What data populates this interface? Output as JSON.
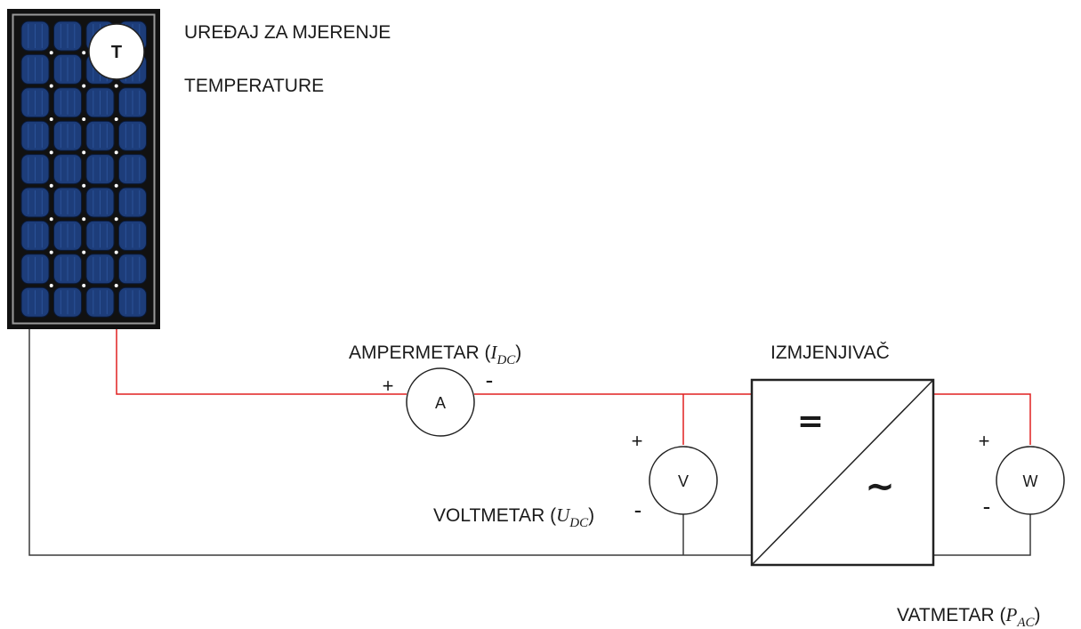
{
  "labels": {
    "temp_device_line1": "UREĐAJ ZA MJERENJE",
    "temp_device_line2": "TEMPERATURE",
    "ammeter": {
      "prefix": "AMPERMETAR (",
      "var": "I",
      "sub": "DC",
      "suffix": ")"
    },
    "voltmeter": {
      "prefix": "VOLTMETAR (",
      "var": "U",
      "sub": "DC",
      "suffix": ")"
    },
    "wattmeter": {
      "prefix": "VATMETAR (",
      "var": "P",
      "sub": "AC",
      "suffix": ")"
    },
    "inverter": "IZMJENJIVAČ"
  },
  "meters": {
    "ammeter_letter": "A",
    "voltmeter_letter": "V",
    "wattmeter_letter": "W",
    "temp_sensor_letter": "T"
  },
  "signs": {
    "plus": "+",
    "minus": "-"
  },
  "inverter_symbols": {
    "dc": "=",
    "ac": "~"
  },
  "colors": {
    "positive_wire": "#e02020",
    "negative_wire": "#3a3a3a",
    "panel_frame": "#111111",
    "cell": "#1d3d7a"
  },
  "icons": {
    "solar_panel": "solar-panel-icon",
    "temperature_sensor": "temperature-sensor-icon",
    "inverter": "inverter-icon"
  }
}
